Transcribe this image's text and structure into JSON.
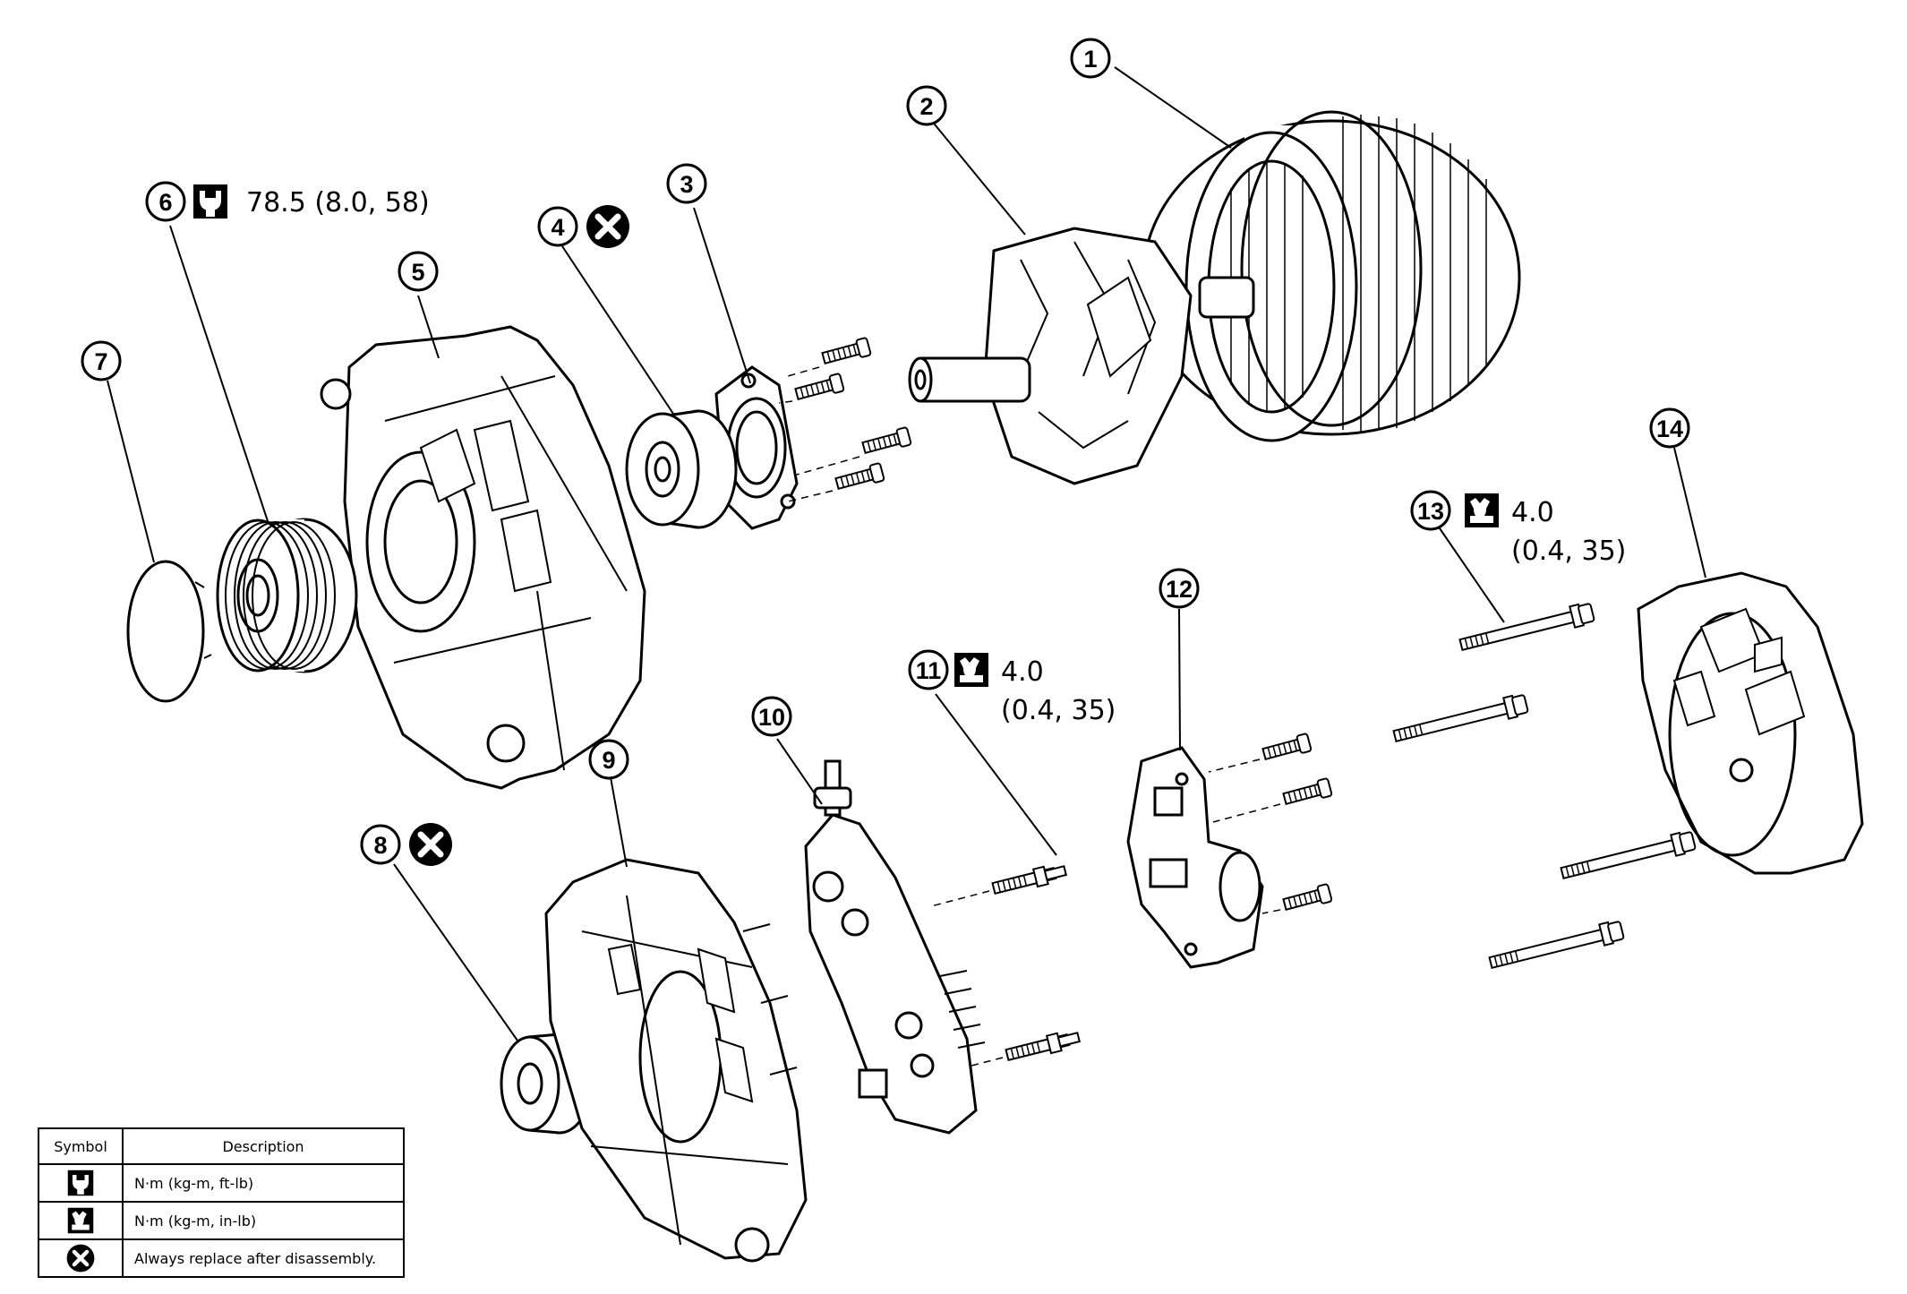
{
  "callouts": [
    {
      "num": "1"
    },
    {
      "num": "2"
    },
    {
      "num": "3"
    },
    {
      "num": "4"
    },
    {
      "num": "5"
    },
    {
      "num": "6"
    },
    {
      "num": "7"
    },
    {
      "num": "8"
    },
    {
      "num": "9"
    },
    {
      "num": "10"
    },
    {
      "num": "11"
    },
    {
      "num": "12"
    },
    {
      "num": "13"
    },
    {
      "num": "14"
    }
  ],
  "specs": {
    "pulley_nut": "78.5 (8.0, 58)",
    "bolt_11_line1": "4.0",
    "bolt_11_line2": "(0.4, 35)",
    "bolt_13_line1": "4.0",
    "bolt_13_line2": "(0.4, 35)"
  },
  "legend": {
    "header_symbol": "Symbol",
    "header_description": "Description",
    "rows": [
      {
        "icon": "torque-ftlb-icon",
        "description": "N·m (kg-m, ft-lb)"
      },
      {
        "icon": "torque-inlb-icon",
        "description": "N·m (kg-m, in-lb)"
      },
      {
        "icon": "replace-x-icon",
        "description": "Always replace after disassembly."
      }
    ]
  }
}
